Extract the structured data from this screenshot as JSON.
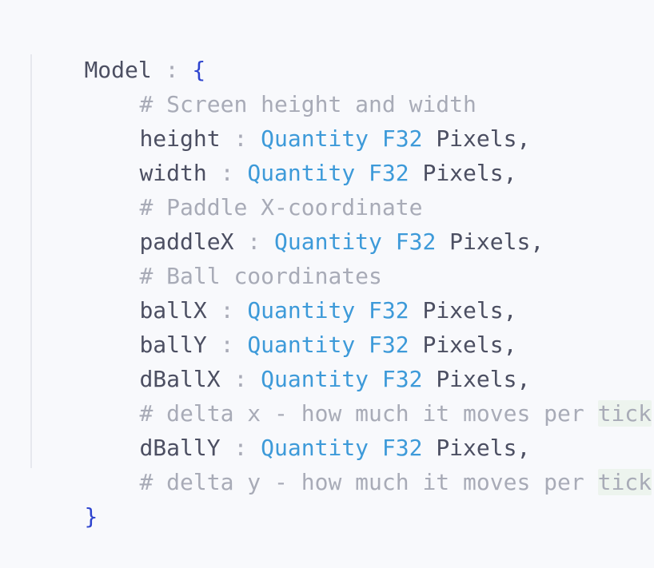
{
  "code": {
    "open": {
      "name": "Model",
      "sep": " : ",
      "brace": "{"
    },
    "fields": [
      {
        "comment": "# Screen height and width"
      },
      {
        "name": "height",
        "sep": " : ",
        "type": "Quantity F32",
        "unit": " Pixels,"
      },
      {
        "name": "width",
        "sep": " : ",
        "type": "Quantity F32",
        "unit": " Pixels,"
      },
      {
        "comment": "# Paddle X-coordinate"
      },
      {
        "name": "paddleX",
        "sep": " : ",
        "type": "Quantity F32",
        "unit": " Pixels,"
      },
      {
        "comment": "# Ball coordinates"
      },
      {
        "name": "ballX",
        "sep": " : ",
        "type": "Quantity F32",
        "unit": " Pixels,"
      },
      {
        "name": "ballY",
        "sep": " : ",
        "type": "Quantity F32",
        "unit": " Pixels,"
      },
      {
        "name": "dBallX",
        "sep": " : ",
        "type": "Quantity F32",
        "unit": " Pixels,"
      },
      {
        "comment": "# delta x - how much it moves per ",
        "highlight": "tick"
      },
      {
        "name": "dBallY",
        "sep": " : ",
        "type": "Quantity F32",
        "unit": " Pixels,"
      },
      {
        "comment": "# delta y - how much it moves per ",
        "highlight": "tick"
      }
    ],
    "close": "}"
  },
  "colors": {
    "background": "#f8f9fc",
    "identifier": "#4c4f62",
    "type": "#3d9ad9",
    "brace": "#2f45cf",
    "comment": "#a8abb7",
    "highlight": "#edf4ee"
  }
}
